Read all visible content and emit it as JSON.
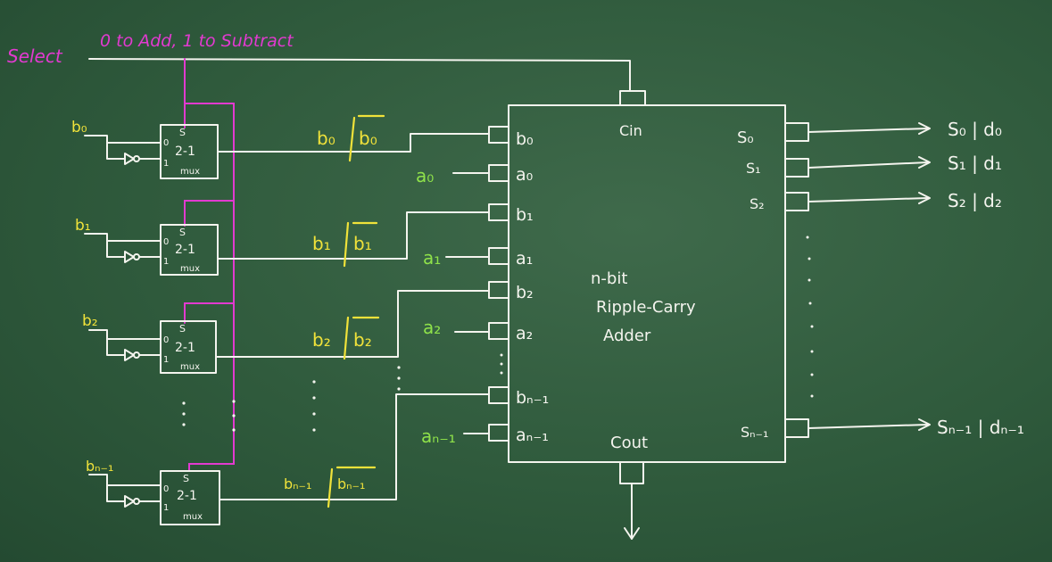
{
  "select": {
    "label": "Select",
    "note": "0 to Add, 1 to Subtract"
  },
  "muxes": [
    {
      "input": "b₀",
      "s": "S",
      "in0": "0",
      "in1": "1",
      "name": "2-1",
      "sub": "mux",
      "out": "b₀ | b₀"
    },
    {
      "input": "b₁",
      "s": "S",
      "in0": "0",
      "in1": "1",
      "name": "2-1",
      "sub": "mux",
      "out": "b₁ | b₁"
    },
    {
      "input": "b₂",
      "s": "S",
      "in0": "0",
      "in1": "1",
      "name": "2-1",
      "sub": "mux",
      "out": "b₂ | b₂"
    },
    {
      "input": "bₙ₋₁",
      "s": "S",
      "in0": "0",
      "in1": "1",
      "name": "2-1",
      "sub": "mux",
      "out": "bₙ₋₁ | bₙ₋₁"
    }
  ],
  "mux_out_parts": [
    {
      "left": "b₀",
      "right": "b₀"
    },
    {
      "left": "b₁",
      "right": "b₁"
    },
    {
      "left": "b₂",
      "right": "b₂"
    },
    {
      "left": "bₙ₋₁",
      "right": "bₙ₋₁"
    }
  ],
  "a_inputs": [
    "a₀",
    "a₁",
    "a₂",
    "aₙ₋₁"
  ],
  "adder": {
    "title": [
      "n-bit",
      "Ripple-Carry",
      "Adder"
    ],
    "cin": "Cin",
    "cout": "Cout",
    "inputs": [
      "b₀",
      "a₀",
      "b₁",
      "a₁",
      "b₂",
      "a₂",
      "bₙ₋₁",
      "aₙ₋₁"
    ],
    "outputs": [
      "S₀",
      "S₁",
      "S₂",
      "Sₙ₋₁"
    ]
  },
  "results": [
    "S₀ | d₀",
    "S₁ | d₁",
    "S₂ | d₂",
    "Sₙ₋₁ | dₙ₋₁"
  ],
  "colors": {
    "board": "#2f5a3c",
    "chalk": "#f4f4ee",
    "select_line": "#e23ad0",
    "mux_output": "#f0e23a",
    "a_input": "#8fe24a"
  }
}
